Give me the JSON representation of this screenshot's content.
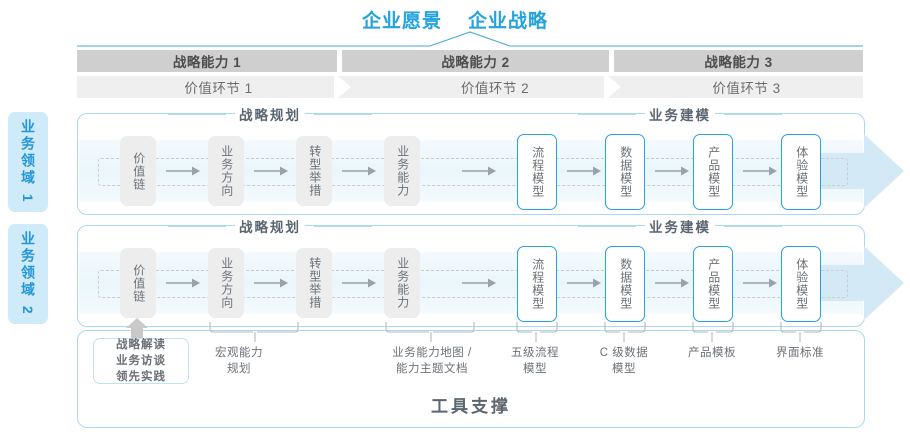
{
  "header": {
    "vision": "企业愿景",
    "strategy": "企业战略"
  },
  "capability_bars": [
    {
      "label": "战略能力 1"
    },
    {
      "label": "战略能力 2"
    },
    {
      "label": "战略能力 3"
    }
  ],
  "value_bars": [
    {
      "label": "价值环节 1"
    },
    {
      "label": "价值环节 2"
    },
    {
      "label": "价值环节 3"
    }
  ],
  "side_labels": [
    {
      "label": "业务领域 1"
    },
    {
      "label": "业务领域 2"
    }
  ],
  "sections": {
    "planning": "战略规划",
    "modeling": "业务建模"
  },
  "nodes": {
    "planning": [
      {
        "label": "价值链"
      },
      {
        "label": "业务方向"
      },
      {
        "label": "转型举措"
      },
      {
        "label": "业务能力"
      }
    ],
    "modeling": [
      {
        "label": "流程模型"
      },
      {
        "label": "数据模型"
      },
      {
        "label": "产品模型"
      },
      {
        "label": "体验模型"
      }
    ]
  },
  "tool_support": {
    "title": "工具支撑",
    "annotations": [
      {
        "line1": "战略解读",
        "line2": "业务访谈",
        "line3": "领先实践"
      },
      {
        "line1": "宏观能力",
        "line2": "规划"
      },
      {
        "line1": "业务能力地图 /",
        "line2": "能力主题文档"
      },
      {
        "line1": "五级流程",
        "line2": "模型"
      },
      {
        "line1": "C 级数据",
        "line2": "模型"
      },
      {
        "line1": "产品模板"
      },
      {
        "line1": "界面标准"
      }
    ]
  },
  "colors": {
    "accent": "#22a3dd",
    "bar_dark": "#cfcfcf",
    "bar_light": "#efefef",
    "side_bg": "#cfeaf9",
    "node_gray": "#ededed",
    "text": "#5b6670"
  }
}
